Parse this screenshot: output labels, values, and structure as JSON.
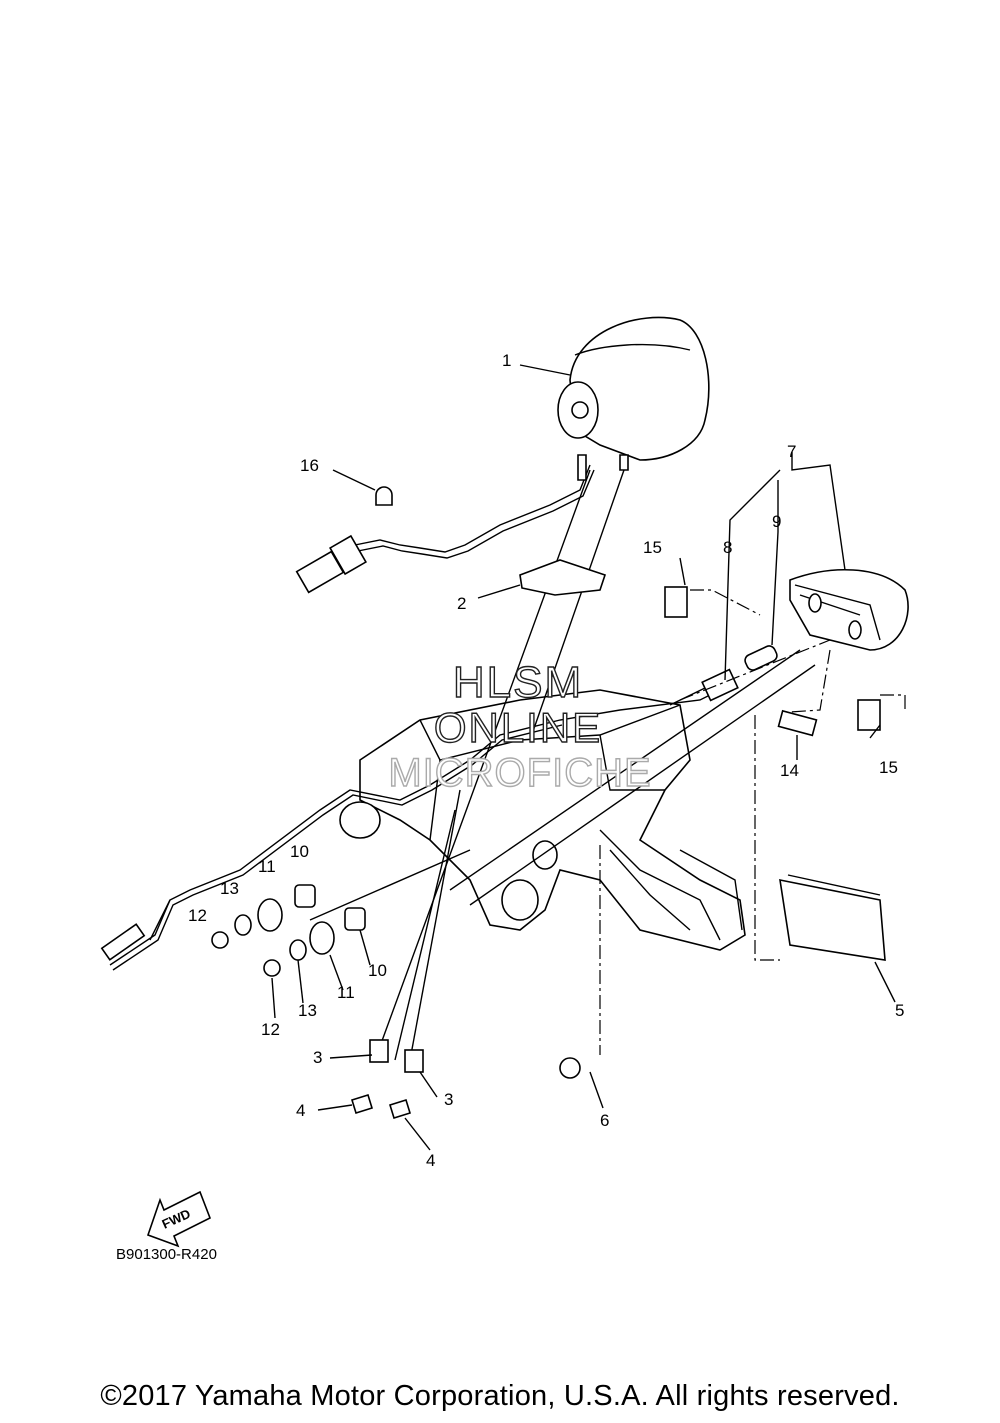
{
  "diagram": {
    "callouts": [
      "1",
      "2",
      "3",
      "3",
      "4",
      "4",
      "5",
      "6",
      "7",
      "8",
      "9",
      "10",
      "10",
      "11",
      "11",
      "12",
      "12",
      "13",
      "13",
      "14",
      "15",
      "15",
      "16"
    ],
    "watermark": [
      "HLSM",
      "ONLINE",
      "MICROFICHE"
    ],
    "fwd_arrow_label": "FWD",
    "reference_code": "B901300-R420",
    "copyright": "©2017 Yamaha Motor Corporation, U.S.A. All rights reserved."
  }
}
